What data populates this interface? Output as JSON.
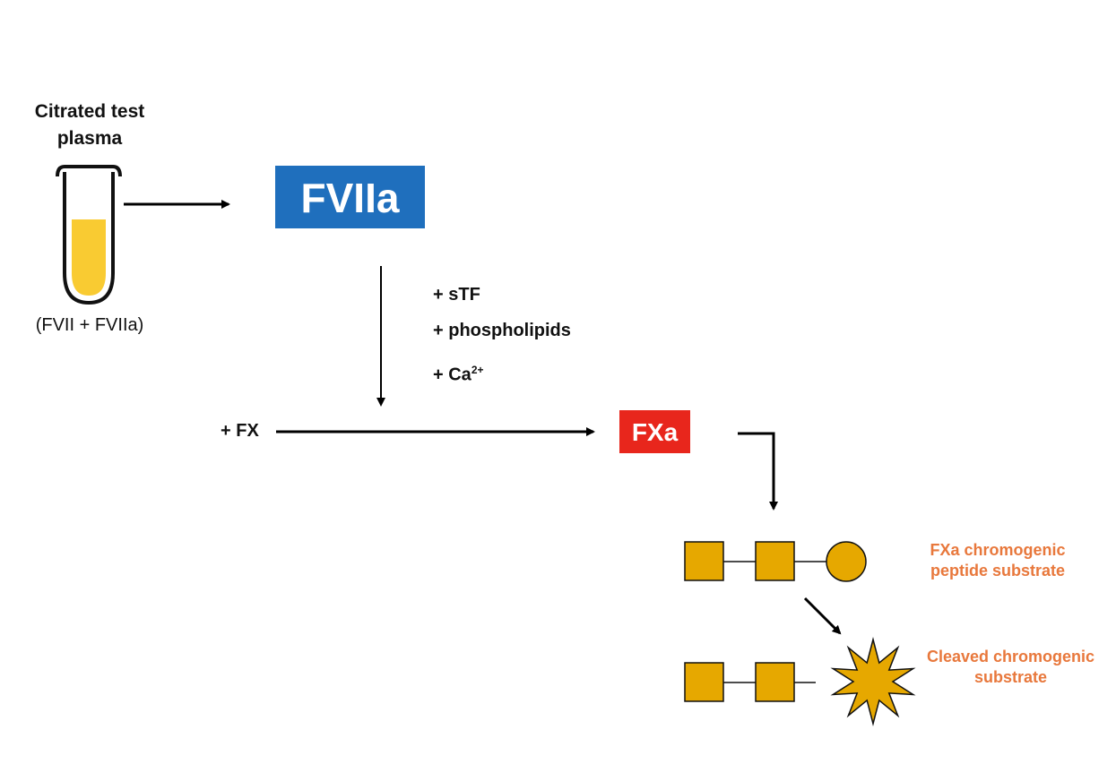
{
  "plasma": {
    "title": "Citrated test plasma",
    "subtitle": "(FVII + FVIIa)"
  },
  "fviia": {
    "label": "FVIIa",
    "color": "#1f6fbd"
  },
  "reagents": {
    "stf": "+ sTF",
    "phospholipids": "+ phospholipids",
    "calcium": "+ Ca",
    "calcium_charge": "2+"
  },
  "fx": {
    "label": "+ FX"
  },
  "fxa": {
    "label": "FXa",
    "color": "#e8261c"
  },
  "substrate": {
    "label_line1": "FXa chromogenic",
    "label_line2": "peptide substrate",
    "color": "#e6a800"
  },
  "cleaved": {
    "label_line1": "Cleaved chromogenic",
    "label_line2": "substrate",
    "label_color": "#e8783c"
  },
  "tube": {
    "fill_color": "#f9cb32"
  }
}
